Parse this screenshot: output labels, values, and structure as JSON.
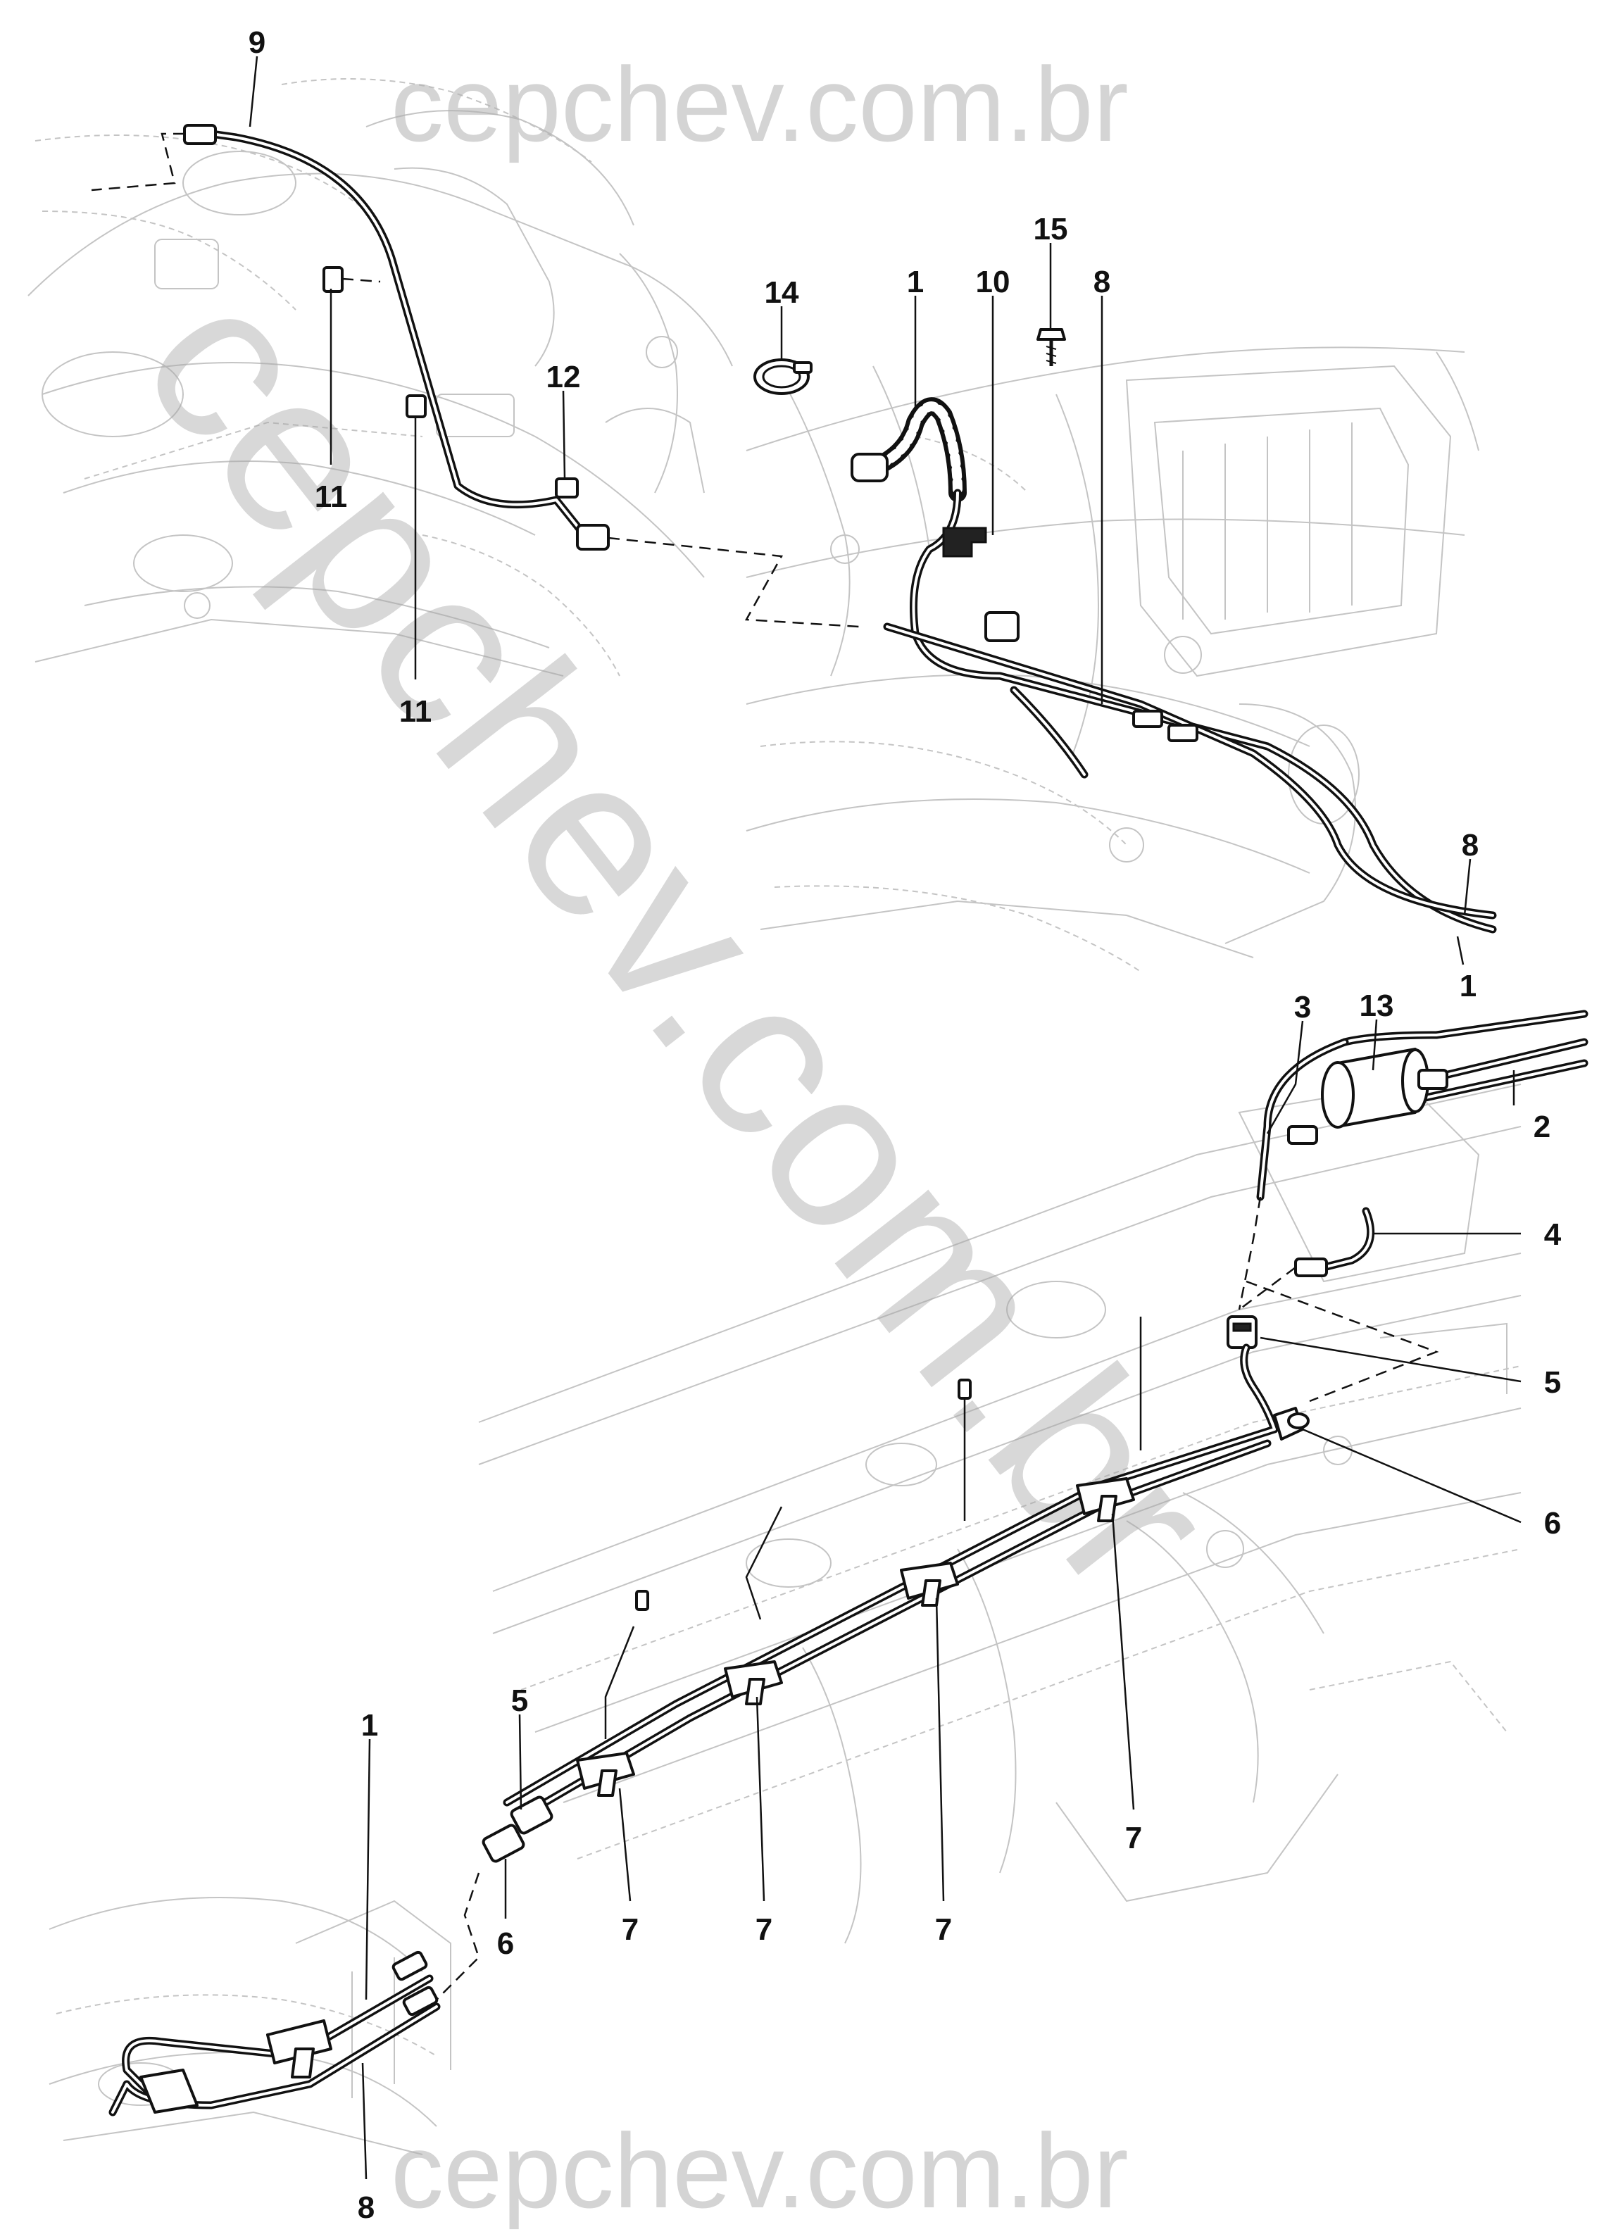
{
  "watermark": {
    "top": "cepchev.com.br",
    "bottom": "cepchev.com.br",
    "diagonal": "cepchev.com.br"
  },
  "callouts": [
    {
      "id": "c9",
      "text": "9"
    },
    {
      "id": "c11a",
      "text": "11"
    },
    {
      "id": "c11b",
      "text": "11"
    },
    {
      "id": "c12",
      "text": "12"
    },
    {
      "id": "c14",
      "text": "14"
    },
    {
      "id": "c1a",
      "text": "1"
    },
    {
      "id": "c10",
      "text": "10"
    },
    {
      "id": "c15",
      "text": "15"
    },
    {
      "id": "c8a",
      "text": "8"
    },
    {
      "id": "c8b",
      "text": "8"
    },
    {
      "id": "c1b",
      "text": "1"
    },
    {
      "id": "c3",
      "text": "3"
    },
    {
      "id": "c13",
      "text": "13"
    },
    {
      "id": "c2",
      "text": "2"
    },
    {
      "id": "c4",
      "text": "4"
    },
    {
      "id": "c5a",
      "text": "5"
    },
    {
      "id": "c6a",
      "text": "6"
    },
    {
      "id": "c5b",
      "text": "5"
    },
    {
      "id": "c6b",
      "text": "6"
    },
    {
      "id": "c7a",
      "text": "7"
    },
    {
      "id": "c7b",
      "text": "7"
    },
    {
      "id": "c7c",
      "text": "7"
    },
    {
      "id": "c7d",
      "text": "7"
    },
    {
      "id": "c1c",
      "text": "1"
    },
    {
      "id": "c8c",
      "text": "8"
    }
  ]
}
